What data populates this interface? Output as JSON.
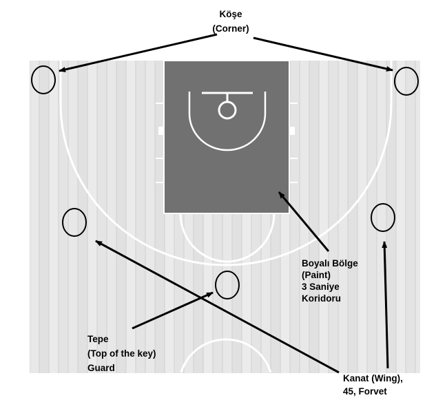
{
  "title": "Basketball court offensive positions",
  "colors": {
    "floor": "#e4e4e4",
    "paint": "#717171",
    "lines": "#ffffff",
    "annotation": "#000000"
  },
  "labels": {
    "corner": {
      "line1": "Köşe",
      "line2": "(Corner)"
    },
    "paint": {
      "line1": "Boyalı Bölge",
      "line2": "(Paint)",
      "line3": "3 Saniye",
      "line4": "Koridoru"
    },
    "top": {
      "line1": "Tepe",
      "line2": "(Top of the key)",
      "line3": "Guard"
    },
    "wing": {
      "line1": "Kanat (Wing),",
      "line2": "45, Forvet"
    }
  }
}
